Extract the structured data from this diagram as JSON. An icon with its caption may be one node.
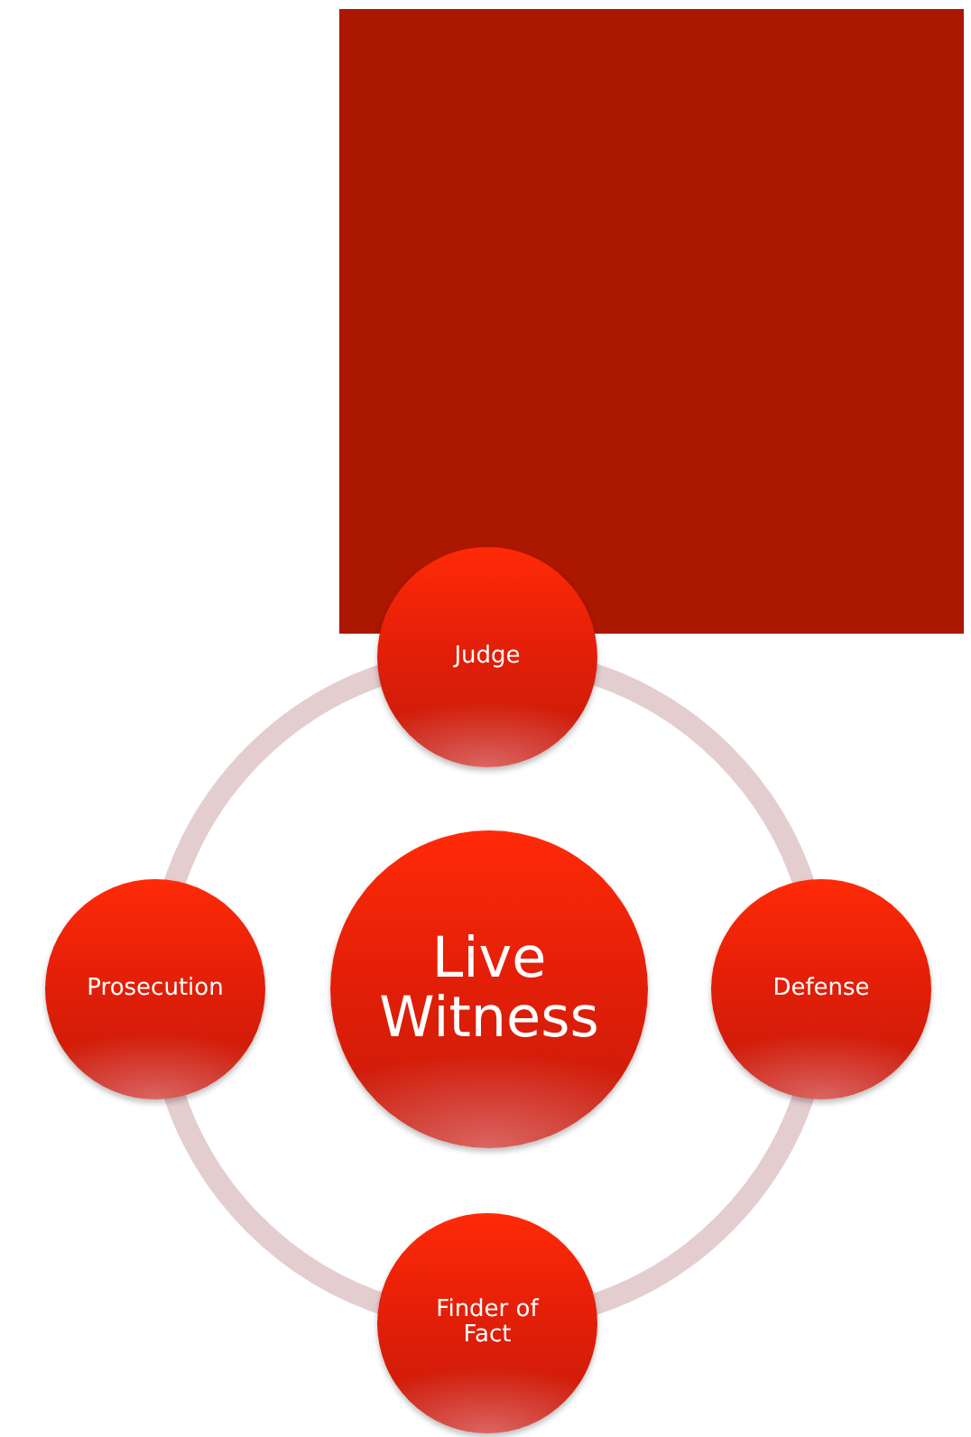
{
  "diagram": {
    "nodes": [
      {
        "text": [
          "Live Witness"
        ]
      },
      {
        "text": [
          "Judge"
        ]
      },
      {
        "text": [
          "Defense"
        ]
      },
      {
        "text": [
          "Finder of Fact"
        ]
      },
      {
        "text": [
          "Prosecution"
        ]
      }
    ],
    "edges": [
      {
        "from": 1,
        "to": 2,
        "arrow": "none"
      },
      {
        "from": 2,
        "to": 3,
        "arrow": "none"
      },
      {
        "from": 3,
        "to": 4,
        "arrow": "none"
      },
      {
        "from": 4,
        "to": 1,
        "arrow": "none"
      }
    ]
  }
}
